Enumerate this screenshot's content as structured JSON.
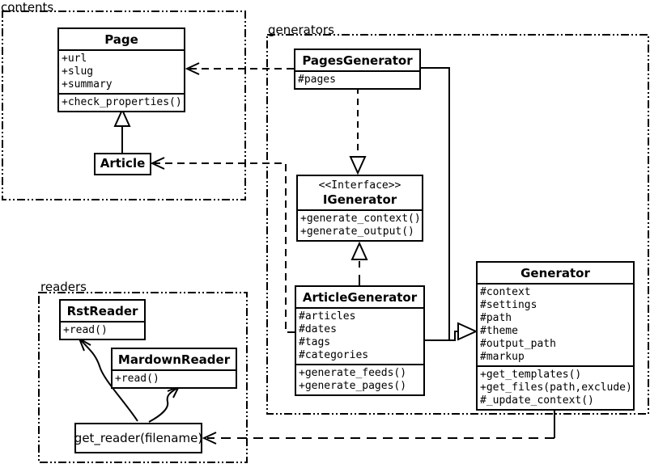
{
  "diagram": {
    "packages": {
      "contents": {
        "label": "contents"
      },
      "generators": {
        "label": "generators"
      },
      "readers": {
        "label": "readers"
      }
    },
    "classes": {
      "page": {
        "title": "Page",
        "attributes": [
          "+url",
          "+slug",
          "+summary"
        ],
        "methods": [
          "+check_properties()"
        ]
      },
      "article": {
        "title": "Article"
      },
      "pages_generator": {
        "title": "PagesGenerator",
        "attributes": [
          "#pages"
        ]
      },
      "igenerator": {
        "stereotype": "<<Interface>>",
        "title": "IGenerator",
        "methods": [
          "+generate_context()",
          "+generate_output()"
        ]
      },
      "article_generator": {
        "title": "ArticleGenerator",
        "attributes": [
          "#articles",
          "#dates",
          "#tags",
          "#categories"
        ],
        "methods": [
          "+generate_feeds()",
          "+generate_pages()"
        ]
      },
      "generator": {
        "title": "Generator",
        "attributes": [
          "#context",
          "#settings",
          "#path",
          "#theme",
          "#output_path",
          "#markup"
        ],
        "methods": [
          "+get_templates()",
          "+get_files(path,exclude)",
          "#_update_context()"
        ]
      },
      "rst_reader": {
        "title": "RstReader",
        "methods": [
          "+read()"
        ]
      },
      "mardown_reader": {
        "title": "MardownReader",
        "methods": [
          "+read()"
        ]
      }
    },
    "nodes": {
      "get_reader": {
        "label": "get_reader(filename)"
      }
    },
    "relationships": [
      {
        "from": "Article",
        "to": "Page",
        "type": "inheritance"
      },
      {
        "from": "PagesGenerator",
        "to": "Page",
        "type": "dashed-dependency"
      },
      {
        "from": "ArticleGenerator",
        "to": "Article",
        "type": "dashed-dependency"
      },
      {
        "from": "PagesGenerator",
        "to": "IGenerator",
        "type": "realization"
      },
      {
        "from": "ArticleGenerator",
        "to": "IGenerator",
        "type": "realization"
      },
      {
        "from": "PagesGenerator",
        "to": "Generator",
        "type": "inheritance"
      },
      {
        "from": "ArticleGenerator",
        "to": "Generator",
        "type": "inheritance"
      },
      {
        "from": "Generator",
        "to": "get_reader(filename)",
        "type": "dashed-dependency"
      },
      {
        "from": "get_reader(filename)",
        "to": "RstReader",
        "type": "arrow"
      },
      {
        "from": "get_reader(filename)",
        "to": "MardownReader",
        "type": "arrow"
      }
    ],
    "colors": {
      "line": "#000000",
      "background": "#ffffff"
    }
  }
}
